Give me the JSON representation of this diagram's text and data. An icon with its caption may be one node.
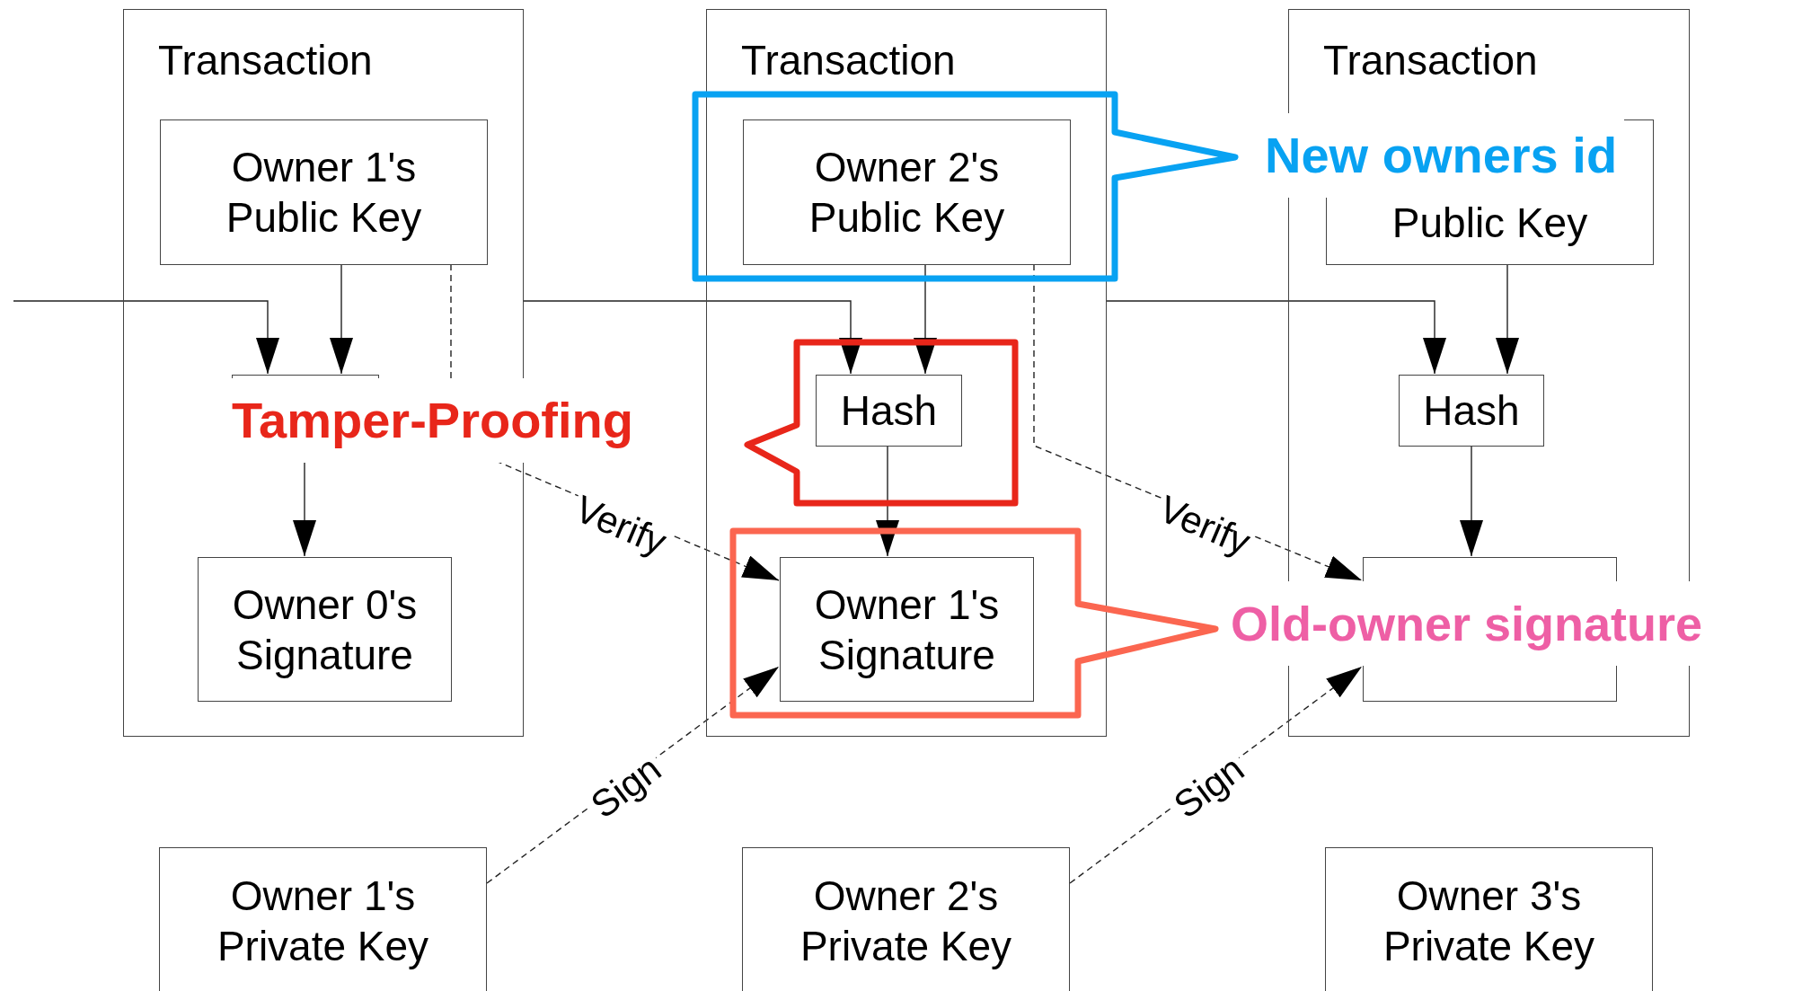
{
  "diagram": {
    "nodes": [
      {
        "text": [
          "Transaction"
        ]
      },
      {
        "text": [
          "Owner 1's Public Key"
        ],
        "in": 0
      },
      {
        "text": [],
        "shape": "box",
        "in": 0
      },
      {
        "text": [
          "Owner 0's Signature"
        ],
        "in": 0
      },
      {
        "text": [
          "Transaction"
        ]
      },
      {
        "text": [
          "Owner 2's Public Key"
        ],
        "in": 4
      },
      {
        "text": [
          "Hash"
        ],
        "in": 4
      },
      {
        "text": [
          "Owner 1's Signature"
        ],
        "in": 4
      },
      {
        "text": [
          "Transaction"
        ]
      },
      {
        "text": [
          "Public Key"
        ],
        "in": 8
      },
      {
        "text": [
          "Hash"
        ],
        "in": 8
      },
      {
        "text": [],
        "shape": "box",
        "in": 8
      },
      {
        "text": [
          "Owner 1's Private Key"
        ]
      },
      {
        "text": [
          "Owner 2's Private Key"
        ]
      },
      {
        "text": [
          "Owner 3's Private Key"
        ]
      }
    ],
    "labels": [
      "New owners id",
      "Tamper-Proofing",
      "Old-owner signature"
    ],
    "edges": [
      {
        "from": null,
        "to": 2,
        "arrow": "to"
      },
      {
        "from": 1,
        "to": 2,
        "arrow": "to"
      },
      {
        "from": 2,
        "to": 3,
        "arrow": "to"
      },
      {
        "from": 0,
        "to": 6,
        "arrow": "to"
      },
      {
        "from": 5,
        "to": 6,
        "arrow": "to"
      },
      {
        "from": 6,
        "to": 7,
        "arrow": "to"
      },
      {
        "from": 4,
        "to": 10,
        "arrow": "to"
      },
      {
        "from": 9,
        "to": 10,
        "arrow": "to"
      },
      {
        "from": 10,
        "to": 11,
        "arrow": "to"
      },
      {
        "from": 1,
        "to": 7,
        "arrow": "to",
        "label": "Verify",
        "style": "dashed"
      },
      {
        "from": 5,
        "to": 11,
        "arrow": "to",
        "label": "Verify",
        "style": "dashed"
      },
      {
        "from": 12,
        "to": 7,
        "arrow": "to",
        "label": "Sign",
        "style": "dashed"
      },
      {
        "from": 13,
        "to": 11,
        "arrow": "to",
        "label": "Sign",
        "style": "dashed"
      }
    ]
  }
}
